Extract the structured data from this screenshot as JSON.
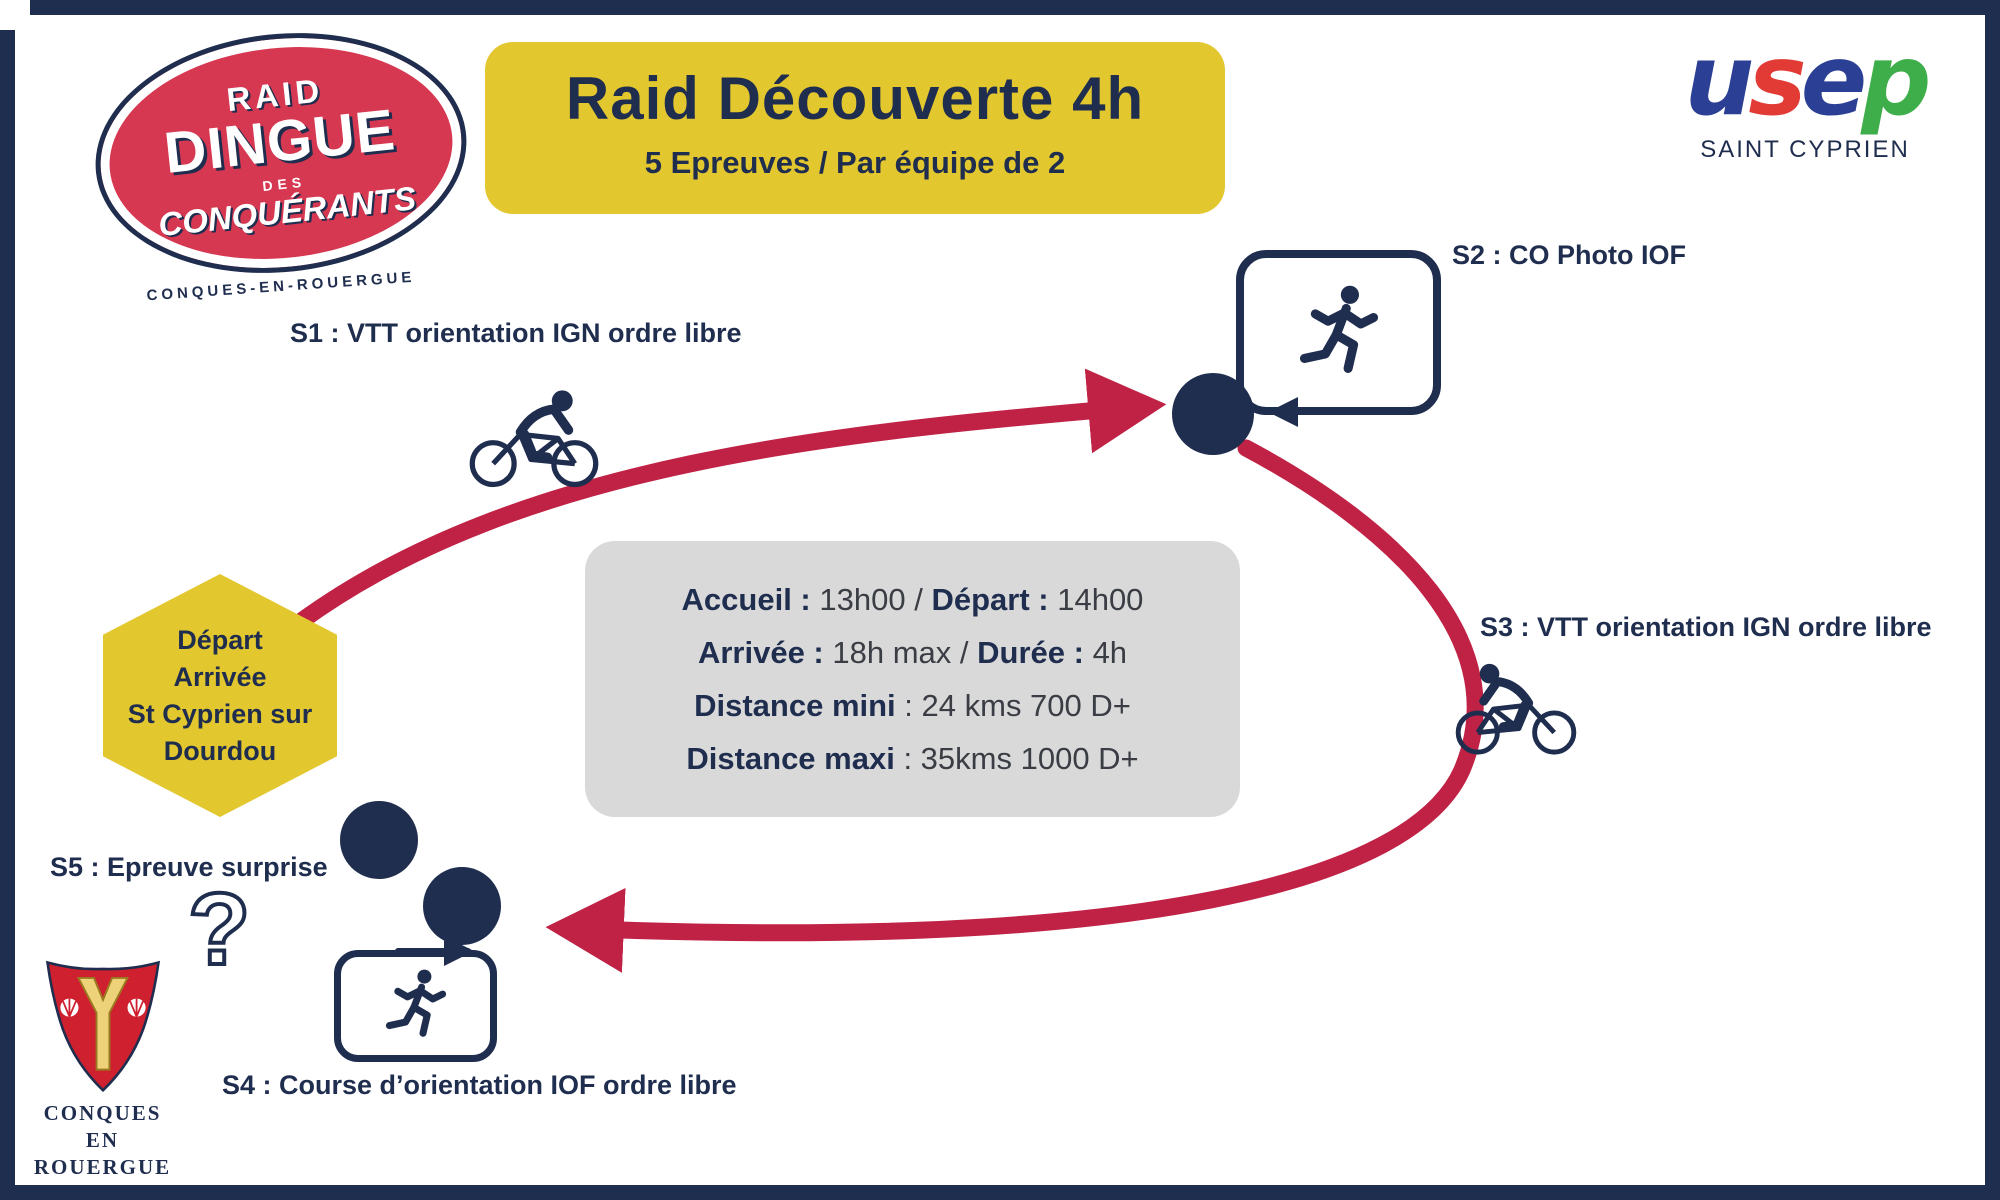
{
  "colors": {
    "navy": "#1f2d4e",
    "red": "#c02245",
    "yellow": "#e3c72f",
    "gray": "#d9d9d9",
    "logo_red": "#d63852",
    "usep_blue": "#2b3f94",
    "usep_red": "#e23b36",
    "usep_green": "#3dae49",
    "shield_red": "#cf2030",
    "shield_gold": "#eed27a"
  },
  "title_box": {
    "title": "Raid Découverte 4h",
    "subtitle": "5 Epreuves / Par équipe de 2"
  },
  "raid_logo": {
    "word1": "RAID",
    "word2": "DINGUE",
    "word3": "DES",
    "word4": "CONQUÉRANTS",
    "tagline": "CONQUES-EN-ROUERGUE"
  },
  "usep_logo": {
    "l1": "u",
    "l2": "s",
    "l3": "e",
    "l4": "p",
    "subtitle": "SAINT CYPRIEN"
  },
  "stages": {
    "s1_label": "S1 : VTT orientation IGN ordre libre",
    "s2_label": "S2 : CO Photo IOF",
    "s3_label": "S3 : VTT orientation IGN ordre libre",
    "s4_label": "S4 : Course d’orientation IOF ordre libre",
    "s5_label": "S5 : Epreuve surprise",
    "s5_glyph": "?"
  },
  "start_hex": {
    "line1": "Départ",
    "line2": "Arrivée",
    "line3": "St Cyprien sur",
    "line4": "Dourdou"
  },
  "info_box": {
    "l1_b1": "Accueil :",
    "l1_t1": "13h00 /",
    "l1_b2": "Départ :",
    "l1_t2": "14h00",
    "l2_b1": "Arrivée :",
    "l2_t1": "18h max /",
    "l2_b2": "Durée :",
    "l2_t2": "4h",
    "l3_b1": "Distance mini",
    "l3_t1": ": 24 kms 700 D+",
    "l4_b1": "Distance maxi",
    "l4_t1": ": 35kms 1000 D+"
  },
  "blason": {
    "line1": "CONQUES",
    "line2": "EN",
    "line3": "ROUERGUE"
  }
}
